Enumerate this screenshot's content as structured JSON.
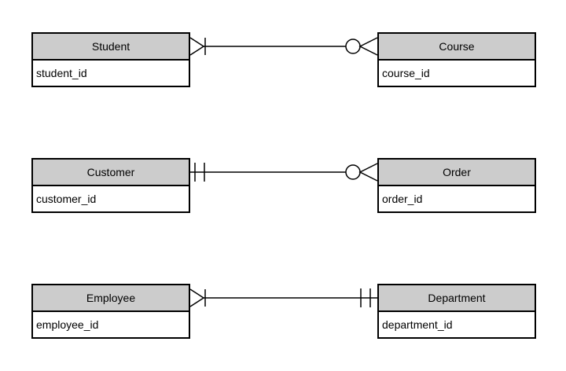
{
  "diagram": {
    "background_color": "#ffffff",
    "entity_header_fill": "#cccccc",
    "entity_border_color": "#000000",
    "connector_color": "#000000",
    "entities": [
      {
        "name": "Student",
        "attributes": [
          "student_id"
        ]
      },
      {
        "name": "Course",
        "attributes": [
          "course_id"
        ]
      },
      {
        "name": "Customer",
        "attributes": [
          "customer_id"
        ]
      },
      {
        "name": "Order",
        "attributes": [
          "order_id"
        ]
      },
      {
        "name": "Employee",
        "attributes": [
          "employee_id"
        ]
      },
      {
        "name": "Department",
        "attributes": [
          "department_id"
        ]
      }
    ],
    "relationships": [
      {
        "from": "Student",
        "to": "Course",
        "from_cardinality": "one-or-many",
        "from_symbol": "crow-foot-with-bar",
        "to_cardinality": "zero-or-many",
        "to_symbol": "circle-with-crow-foot"
      },
      {
        "from": "Customer",
        "to": "Order",
        "from_cardinality": "one-and-only-one",
        "from_symbol": "double-bar",
        "to_cardinality": "zero-or-many",
        "to_symbol": "circle-with-crow-foot"
      },
      {
        "from": "Employee",
        "to": "Department",
        "from_cardinality": "one-or-many",
        "from_symbol": "crow-foot-with-bar",
        "to_cardinality": "one-and-only-one",
        "to_symbol": "double-bar"
      }
    ]
  }
}
